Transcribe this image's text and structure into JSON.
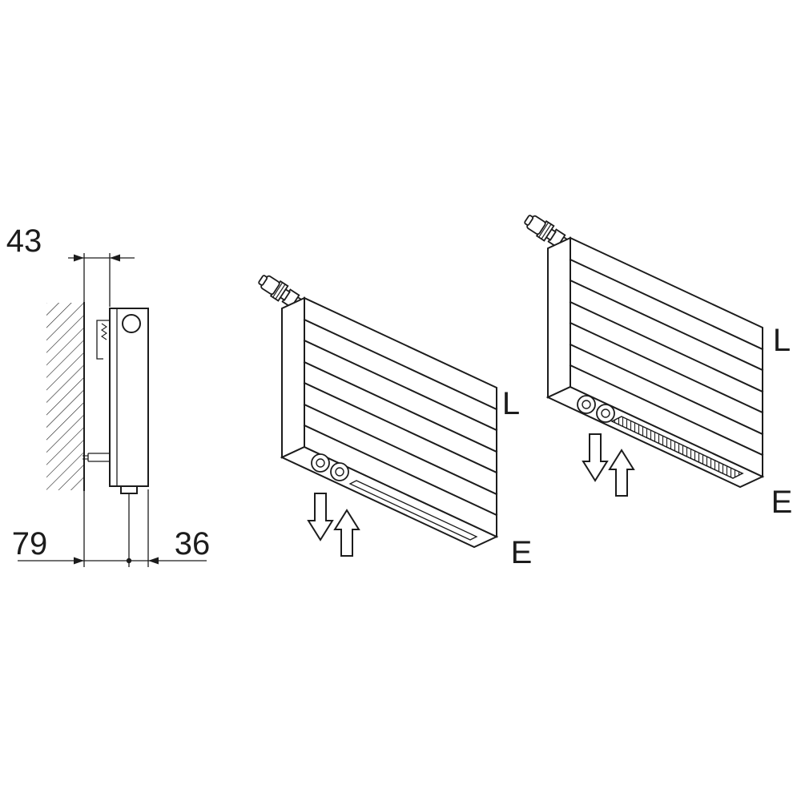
{
  "colors": {
    "line": "#1c1c1c",
    "background": "#ffffff"
  },
  "side_view": {
    "dim_top": "43",
    "dim_bottom_left": "79",
    "dim_bottom_right": "36"
  },
  "radiator_middle": {
    "label_l": "L",
    "label_e": "E"
  },
  "radiator_right": {
    "label_l": "L",
    "label_e": "E"
  }
}
